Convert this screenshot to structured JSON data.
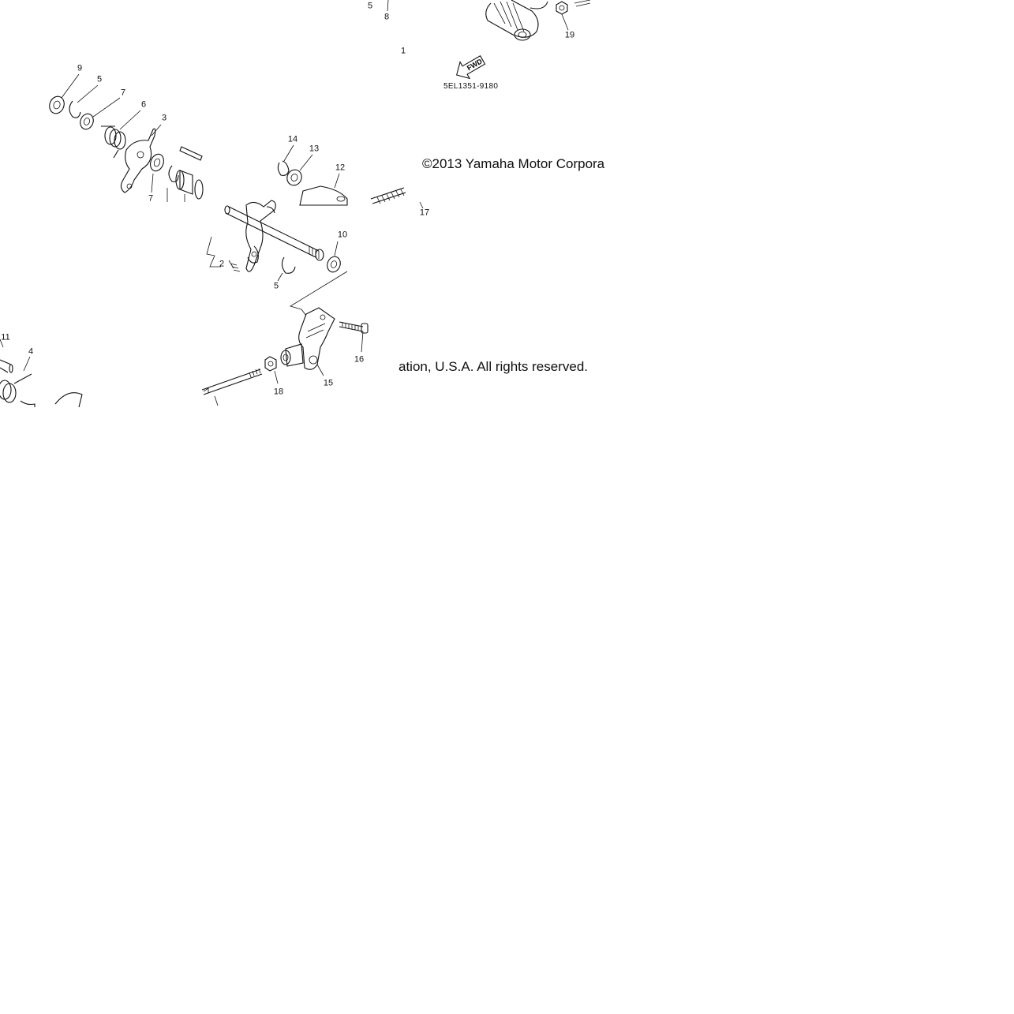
{
  "diagram": {
    "part_code": "5EL1351-9180",
    "fwd_label": "FWD",
    "copyright_line1": "©2013 Yamaha Motor Corpora",
    "copyright_line2": "ation, U.S.A. All rights reserved.",
    "callouts": [
      {
        "id": "c5a",
        "label": "5"
      },
      {
        "id": "c8",
        "label": "8"
      },
      {
        "id": "c1",
        "label": "1"
      },
      {
        "id": "c19",
        "label": "19"
      },
      {
        "id": "c9",
        "label": "9"
      },
      {
        "id": "c5b",
        "label": "5"
      },
      {
        "id": "c7a",
        "label": "7"
      },
      {
        "id": "c6",
        "label": "6"
      },
      {
        "id": "c3",
        "label": "3"
      },
      {
        "id": "c7b",
        "label": "7"
      },
      {
        "id": "c14",
        "label": "14"
      },
      {
        "id": "c13",
        "label": "13"
      },
      {
        "id": "c12",
        "label": "12"
      },
      {
        "id": "c17",
        "label": "17"
      },
      {
        "id": "c10",
        "label": "10"
      },
      {
        "id": "c2",
        "label": "2"
      },
      {
        "id": "c5c",
        "label": "5"
      },
      {
        "id": "c11",
        "label": "11"
      },
      {
        "id": "c4",
        "label": "4"
      },
      {
        "id": "c16",
        "label": "16"
      },
      {
        "id": "c18",
        "label": "18"
      },
      {
        "id": "c15",
        "label": "15"
      }
    ]
  }
}
